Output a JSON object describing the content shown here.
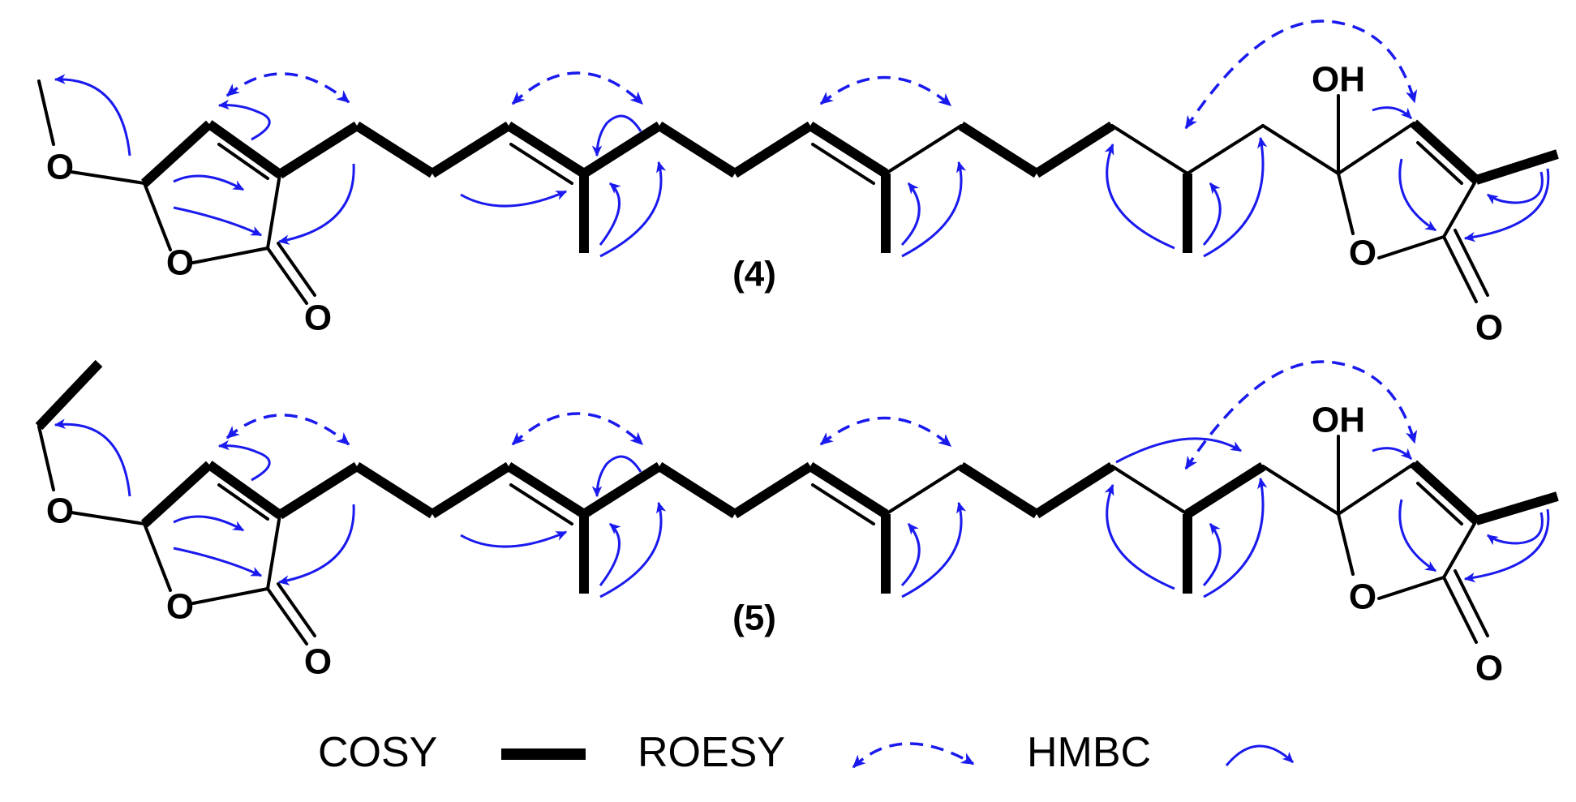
{
  "molecules": [
    {
      "label": "(4)",
      "atoms": {
        "O_ether": "O",
        "O_ring_left": "O",
        "O_carbonyl_left": "O",
        "OH": "OH",
        "O_ring_right": "O",
        "O_carbonyl_right": "O"
      }
    },
    {
      "label": "(5)",
      "atoms": {
        "O_ether": "O",
        "O_ring_left": "O",
        "O_carbonyl_left": "O",
        "OH": "OH",
        "O_ring_right": "O",
        "O_carbonyl_right": "O"
      }
    }
  ],
  "legend": {
    "cosy": "COSY",
    "roesy": "ROESY",
    "hmbc": "HMBC"
  },
  "colors": {
    "bond": "#000000",
    "correlation_arrow": "#1a1aee"
  }
}
